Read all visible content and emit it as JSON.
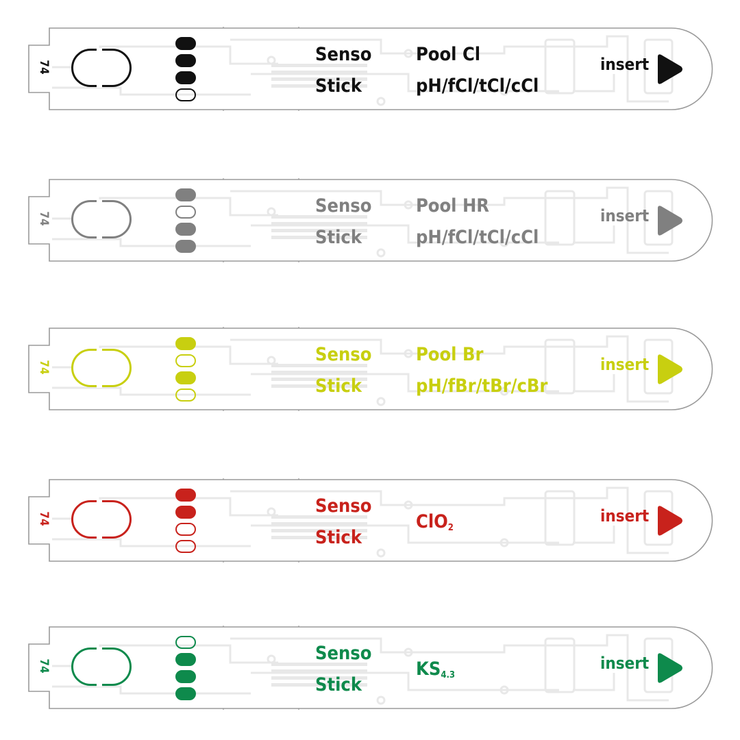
{
  "strips": [
    {
      "code": "74",
      "color": "#111111",
      "brand_line1": "Senso",
      "brand_line2": "Stick",
      "test_line1": "Pool Cl",
      "test_line2": "pH/fCl/tCl/cCl",
      "dots": [
        true,
        true,
        true,
        false
      ],
      "insert_label": "insert",
      "icon": "play-arrow-icon"
    },
    {
      "code": "74",
      "color": "#808080",
      "brand_line1": "Senso",
      "brand_line2": "Stick",
      "test_line1": "Pool HR",
      "test_line2": "pH/fCl/tCl/cCl",
      "dots": [
        true,
        false,
        true,
        true
      ],
      "insert_label": "insert",
      "icon": "play-arrow-icon"
    },
    {
      "code": "74",
      "color": "#c8cf10",
      "brand_line1": "Senso",
      "brand_line2": "Stick",
      "test_line1": "Pool Br",
      "test_line2": "pH/fBr/tBr/cBr",
      "dots": [
        true,
        false,
        true,
        false
      ],
      "insert_label": "insert",
      "icon": "play-arrow-icon"
    },
    {
      "code": "74",
      "color": "#c8221c",
      "brand_line1": "Senso",
      "brand_line2": "Stick",
      "test_main": "ClO",
      "test_sub": "2",
      "dots": [
        true,
        true,
        false,
        false
      ],
      "insert_label": "insert",
      "icon": "play-arrow-icon"
    },
    {
      "code": "74",
      "color": "#0e8a4c",
      "brand_line1": "Senso",
      "brand_line2": "Stick",
      "test_main": "KS",
      "test_sub": "4.3",
      "dots": [
        false,
        true,
        true,
        true
      ],
      "insert_label": "insert",
      "icon": "play-arrow-icon"
    }
  ]
}
